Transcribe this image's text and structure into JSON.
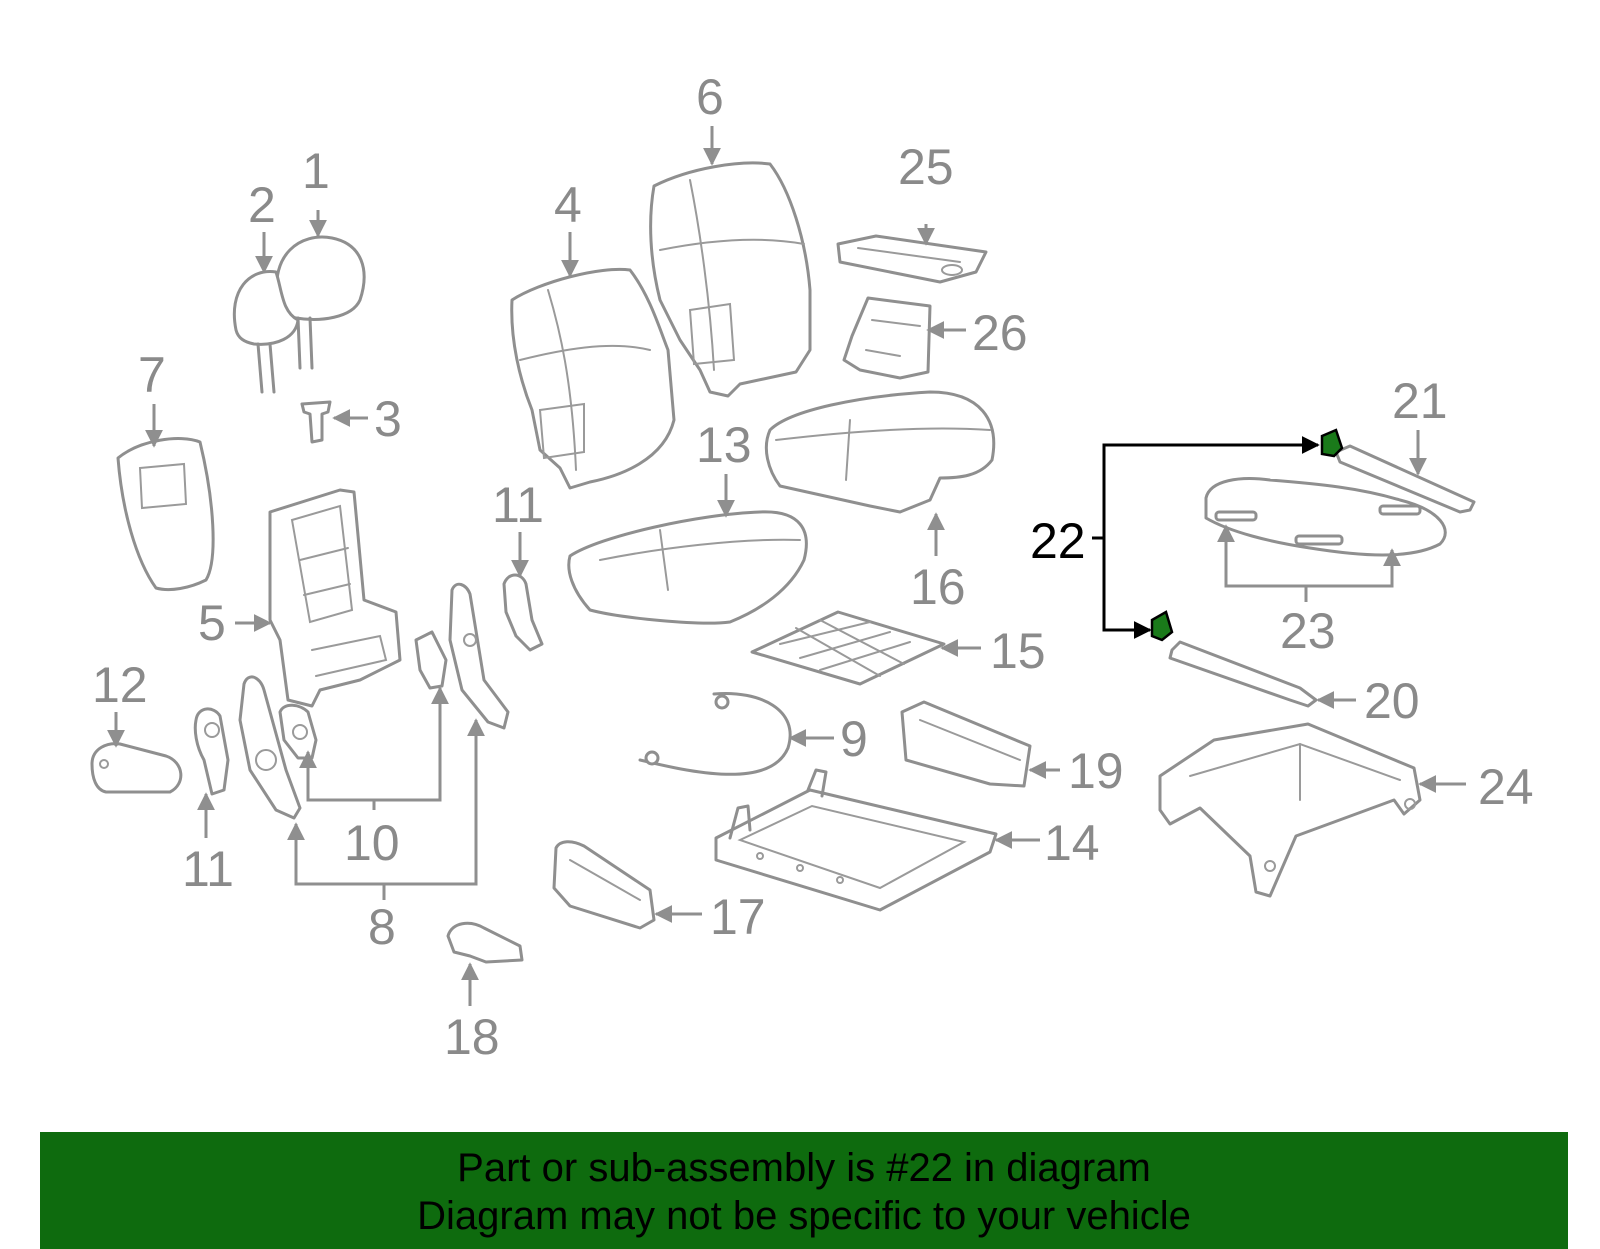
{
  "diagram": {
    "callouts": {
      "n1": "1",
      "n2": "2",
      "n3": "3",
      "n4": "4",
      "n5": "5",
      "n6": "6",
      "n7": "7",
      "n8": "8",
      "n9": "9",
      "n10": "10",
      "n11a": "11",
      "n11b": "11",
      "n12": "12",
      "n13": "13",
      "n14": "14",
      "n15": "15",
      "n16": "16",
      "n17": "17",
      "n18": "18",
      "n19": "19",
      "n20": "20",
      "n21": "21",
      "n22": "22",
      "n23": "23",
      "n24": "24",
      "n25": "25",
      "n26": "26"
    },
    "highlighted_part": "22",
    "colors": {
      "highlight": "#1a7a1a",
      "parts": "#8f8f8f",
      "banner": "#0e6b0e"
    }
  },
  "banner": {
    "line1": "Part or sub-assembly is #22 in diagram",
    "line2": "Diagram may not be specific to your vehicle"
  }
}
